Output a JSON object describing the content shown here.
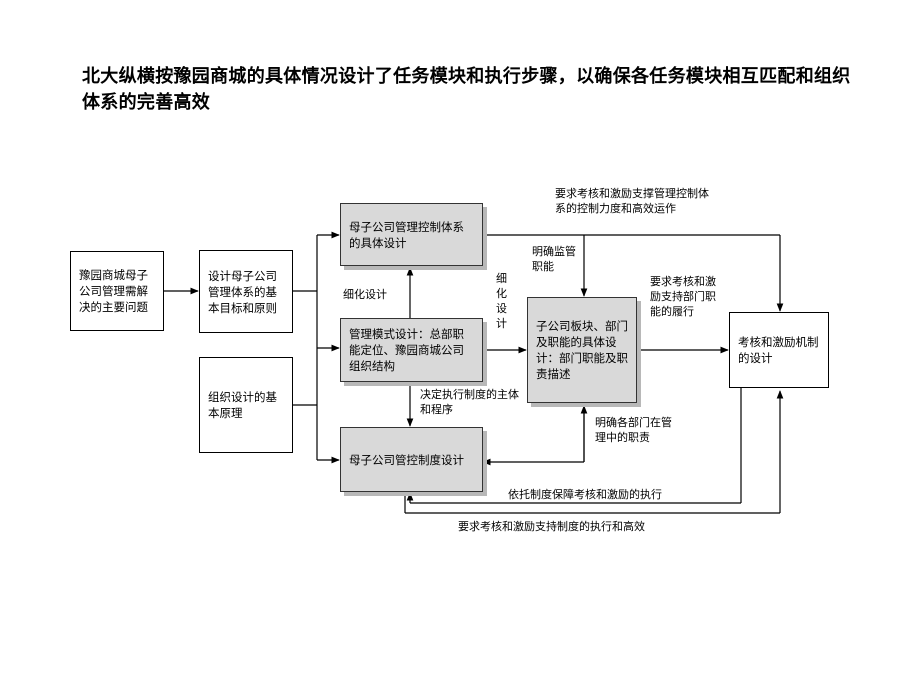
{
  "title": "北大纵横按豫园商城的具体情况设计了任务模块和执行步骤，以确保各任务模块相互匹配和组织体系的完善高效",
  "boxes": {
    "problem": "豫园商城母子公司管理需解决的主要问题",
    "goals": "设计母子公司管理体系的基本目标和原则",
    "principles": "组织设计的基本原理",
    "control_system": "母子公司管理控制体系的具体设计",
    "mode": "管理模式设计：总部职能定位、豫园商城公司组织结构",
    "sub_company": "子公司板块、部门及职能的具体设计：部门职能及职责描述",
    "control_rules": "母子公司管控制度设计",
    "assessment": "考核和激励机制的设计"
  },
  "labels": {
    "refine_design": "细化设计",
    "refine_design_vertical": "细化设计",
    "clarify_supervision": "明确监管职能",
    "top_requirement": "要求考核和激励支撑管理控制体系的控制力度和高效运作",
    "dept_requirement": "要求考核和激励支持部门职能的履行",
    "decide_rules": "决定执行制度的主体和程序",
    "dept_roles": "明确各部门在管理中的职责",
    "rules_guarantee": "依托制度保障考核和激励的执行",
    "rules_requirement": "要求考核和激励支持制度的执行和高效"
  }
}
